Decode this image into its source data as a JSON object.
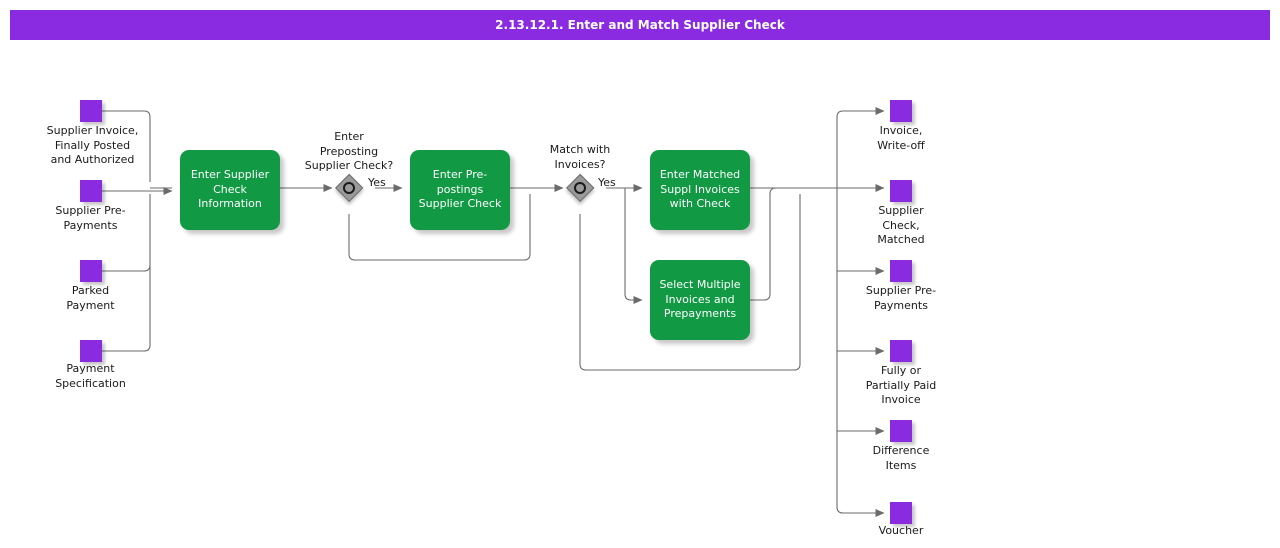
{
  "title": "2.13.12.1. Enter and Match Supplier Check",
  "colors": {
    "title_bar": "#8A2BE2",
    "terminal": "#8A2BE2",
    "process": "#119944",
    "gateway": "#9a9a9a",
    "connector": "#6b6b6b",
    "text": "#1a1a1a",
    "process_text": "#ffffff"
  },
  "inputs": [
    {
      "id": "supplier-invoice-finally-posted-and-authorized",
      "label": "Supplier Invoice,\nFinally Posted\nand Authorized"
    },
    {
      "id": "supplier-pre-payments",
      "label": "Supplier Pre-\nPayments"
    },
    {
      "id": "parked-payment",
      "label": "Parked\nPayment"
    },
    {
      "id": "payment-specification",
      "label": "Payment\nSpecification"
    }
  ],
  "processes": [
    {
      "id": "enter-supplier-check-information",
      "label": "Enter Supplier\nCheck\nInformation"
    },
    {
      "id": "enter-prepostings-supplier-check",
      "label": "Enter Pre-\npostings\nSupplier Check"
    },
    {
      "id": "enter-matched-suppl-invoices-with-check",
      "label": "Enter Matched\nSuppl Invoices\nwith Check"
    },
    {
      "id": "select-multiple-invoices-and-prepayments",
      "label": "Select Multiple\nInvoices and\nPrepayments"
    }
  ],
  "gateways": [
    {
      "id": "enter-preposting-supplier-check",
      "question": "Enter\nPreposting\nSupplier Check?",
      "yes_label": "Yes"
    },
    {
      "id": "match-with-invoices",
      "question": "Match with\nInvoices?",
      "yes_label": "Yes"
    }
  ],
  "outputs": [
    {
      "id": "invoice-write-off",
      "label": "Invoice,\nWrite-off"
    },
    {
      "id": "supplier-check-matched",
      "label": "Supplier\nCheck,\nMatched"
    },
    {
      "id": "supplier-pre-payments-out",
      "label": "Supplier Pre-\nPayments"
    },
    {
      "id": "fully-or-partially-paid-invoice",
      "label": "Fully or\nPartially Paid\nInvoice"
    },
    {
      "id": "difference-items",
      "label": "Difference\nItems"
    },
    {
      "id": "voucher",
      "label": "Voucher"
    }
  ]
}
